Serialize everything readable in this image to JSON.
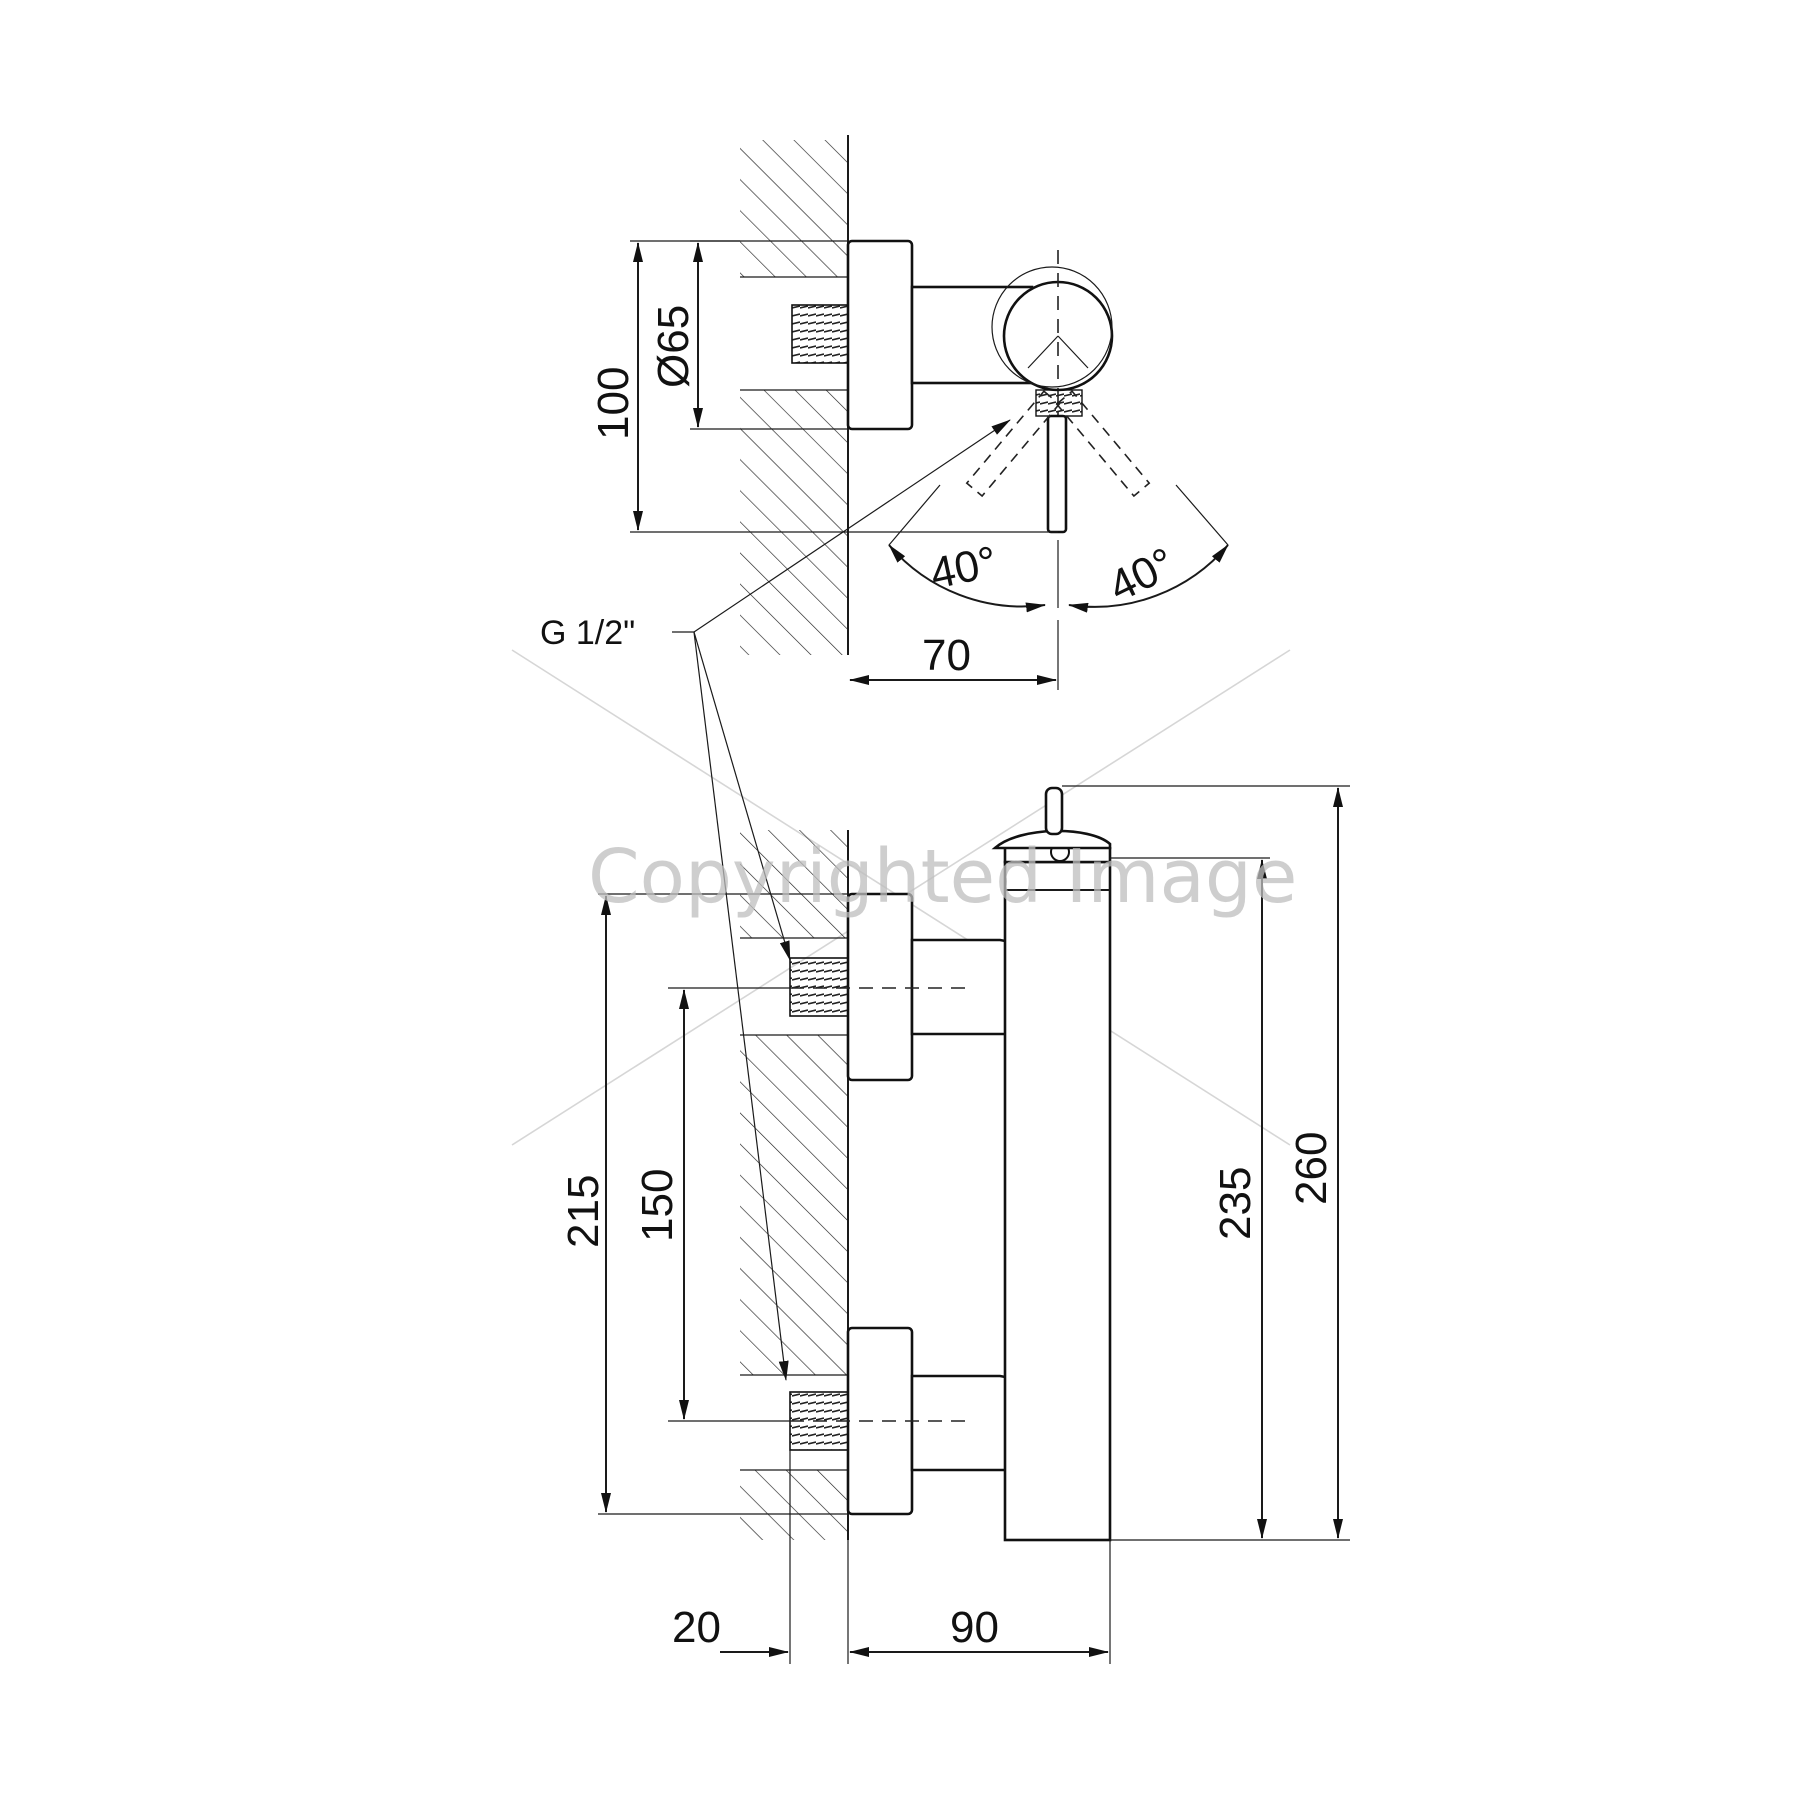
{
  "watermark": "Copyrighted Image",
  "thread_label": "G 1/2\"",
  "top_view": {
    "dim_height": "100",
    "dim_diameter": "Ø65",
    "dim_depth": "70",
    "angle_left": "40°",
    "angle_right": "40°"
  },
  "front_view": {
    "dim_total_height": "260",
    "dim_body_height": "235",
    "dim_connection_height": "215",
    "dim_connection_spacing": "150",
    "dim_wall_offset": "20",
    "dim_projection": "90"
  }
}
